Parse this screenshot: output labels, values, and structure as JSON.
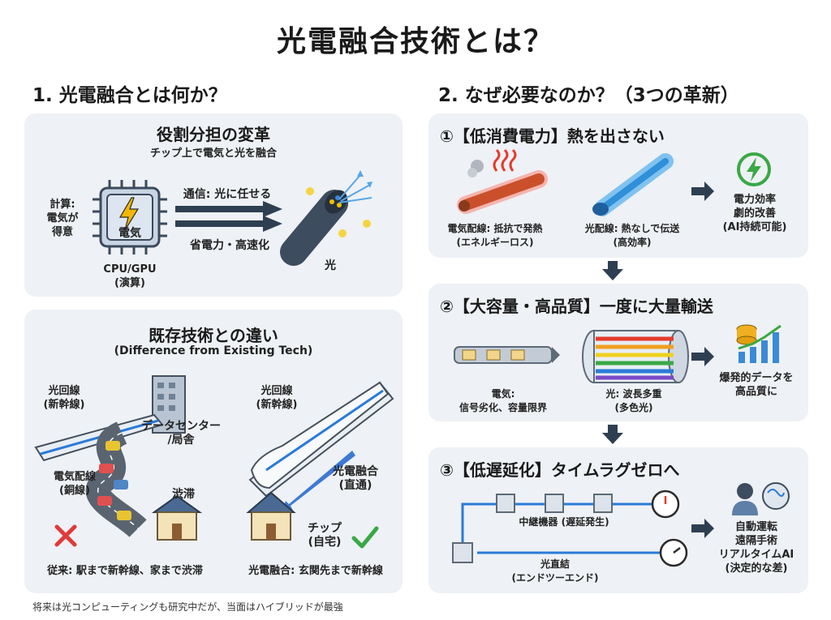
{
  "title": "光電融合技術とは？",
  "left": {
    "heading": "1. 光電融合とは何か？",
    "role": {
      "title": "役割分担の変革",
      "subtitle": "チップ上で電気と光を融合",
      "calc_label": [
        "計算:",
        "電気が",
        "得意"
      ],
      "chip_text": "電気",
      "chip_caption": [
        "CPU/GPU",
        "(演算)"
      ],
      "comm_label": "通信: 光に任せる",
      "power_label": "省電力・高速化",
      "light_label": "光"
    },
    "diff": {
      "title": "既存技術との違い",
      "subtitle": "(Difference from Existing Tech)",
      "left_line_label": [
        "光回線",
        "(新幹線)"
      ],
      "datacenter_label": [
        "データセンター",
        "/局舎"
      ],
      "copper_label": [
        "電気配線",
        "(銅線)"
      ],
      "traffic_label": "渋滞",
      "right_line_label": [
        "光回線",
        "(新幹線)"
      ],
      "direct_label": [
        "光電融合",
        "(直通)"
      ],
      "chip_home_label": [
        "チップ",
        "(自宅)"
      ],
      "old_caption": "従来: 駅まで新幹線、家まで渋滞",
      "new_caption": "光電融合: 玄関先まで新幹線"
    },
    "footer_note": "将来は光コンピューティングも研究中だが、当面はハイブリッドが最強"
  },
  "right": {
    "heading": "2. なぜ必要なのか？（3つの革新）",
    "s1": {
      "title": "①【低消費電力】熱を出さない",
      "elec_label": [
        "電気配線: 抵抗で発熱",
        "(エネルギーロス)"
      ],
      "optical_label": [
        "光配線: 熱なしで伝送",
        "(高効率)"
      ],
      "result_label": [
        "電力効率",
        "劇的改善",
        "(AI持続可能)"
      ]
    },
    "s2": {
      "title": "②【大容量・高品質】一度に大量輸送",
      "elec_label": [
        "電気:",
        "信号劣化、容量限界"
      ],
      "optical_label": [
        "光: 波長多重",
        "(多色光)"
      ],
      "result_label": [
        "爆発的データを",
        "高品質に"
      ]
    },
    "s3": {
      "title": "③【低遅延化】タイムラグゼロへ",
      "relay_label": "中継機器 (遅延発生)",
      "direct_label": [
        "光直結",
        "(エンドツーエンド)"
      ],
      "result_label": [
        "自動運転",
        "遠隔手術",
        "リアルタイムAI",
        "(決定的な差)"
      ]
    }
  },
  "colors": {
    "panel_bg": "#eef1f5",
    "arrow_dark": "#2f3f52",
    "accent_blue": "#2a7bd8",
    "heat_red": "#e53b2c",
    "check_green": "#3aa845",
    "cross_red": "#e03a3a"
  }
}
